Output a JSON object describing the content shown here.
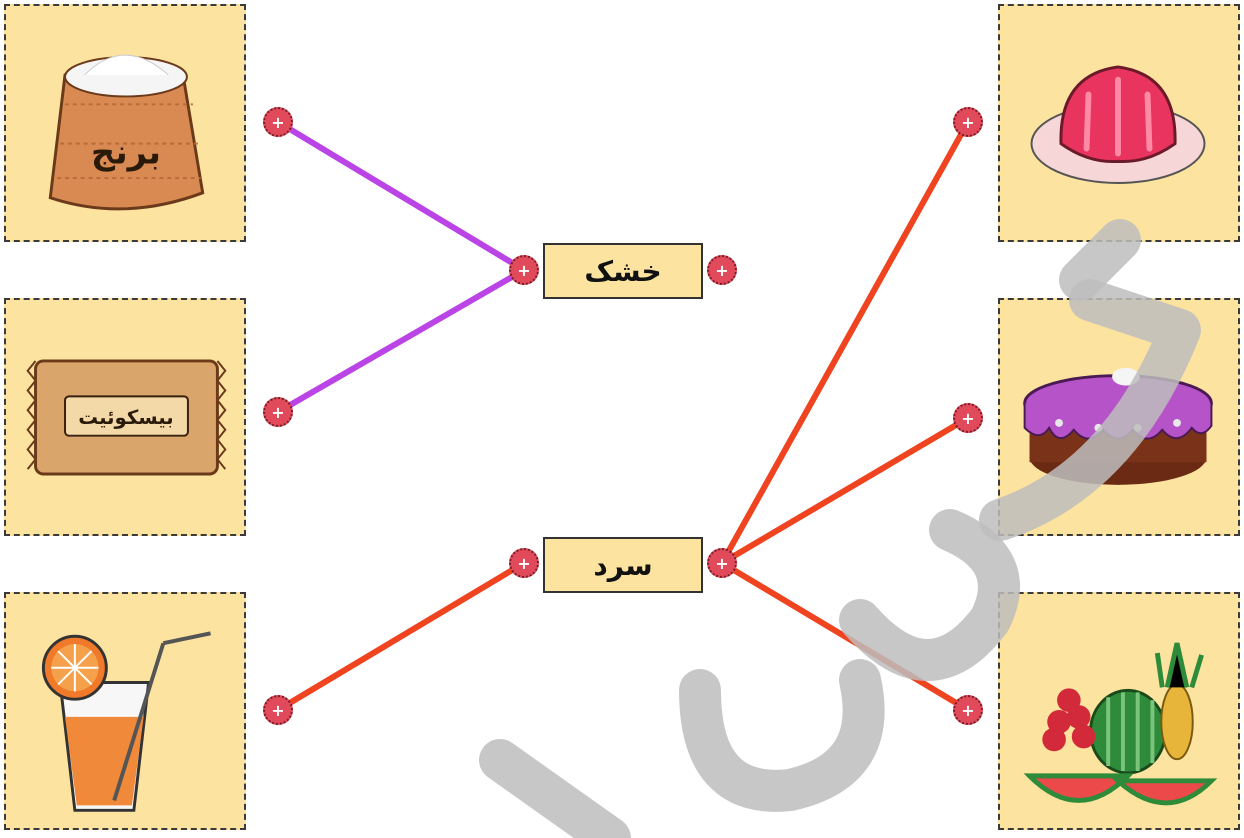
{
  "categories": [
    {
      "id": "dry",
      "label": "خشک",
      "line_color": "#bb44e6"
    },
    {
      "id": "cold",
      "label": "سرد",
      "line_color": "#f0431f"
    }
  ],
  "items": [
    {
      "id": "rice",
      "text": "برنج",
      "category": "dry"
    },
    {
      "id": "biscuit",
      "text": "بیسکوئیت",
      "category": "dry"
    },
    {
      "id": "juice",
      "category": "cold"
    },
    {
      "id": "jelly",
      "category": "cold"
    },
    {
      "id": "cake",
      "category": "cold"
    },
    {
      "id": "fruits",
      "category": "cold"
    }
  ],
  "colors": {
    "card_bg": "#fde3a0",
    "dot": "#e04a5a",
    "watermark": "#bdbdbd"
  },
  "icons": [
    "rice-sack-icon",
    "biscuit-pack-icon",
    "orange-juice-icon",
    "jelly-icon",
    "cake-icon",
    "fruits-icon"
  ]
}
